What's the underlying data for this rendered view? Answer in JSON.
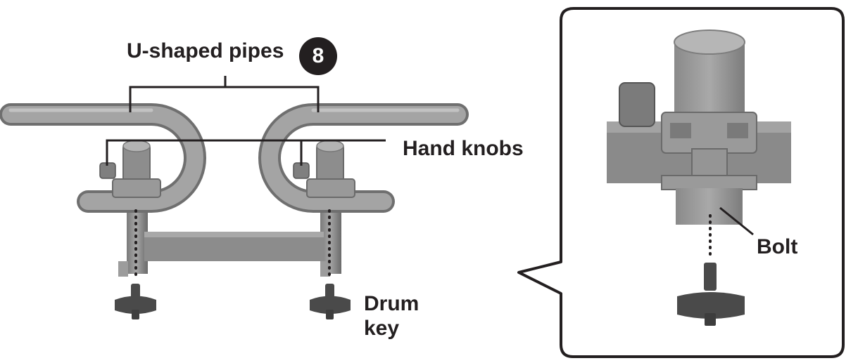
{
  "step_number": "8",
  "labels": {
    "u_shaped_pipes": "U-shaped pipes",
    "hand_knobs": "Hand knobs",
    "drum_key_line1": "Drum",
    "drum_key_line2": "key",
    "bolt": "Bolt"
  },
  "colors": {
    "text": "#231f20",
    "pipe_fill": "#9a9a9a",
    "pipe_dark": "#6f6f6f",
    "key_fill": "#4a4a4a",
    "callout_border": "#231f20"
  },
  "icons": [
    "u-shaped-pipe-icon",
    "hand-knob-icon",
    "clamp-icon",
    "drum-key-icon",
    "bolt-icon"
  ]
}
